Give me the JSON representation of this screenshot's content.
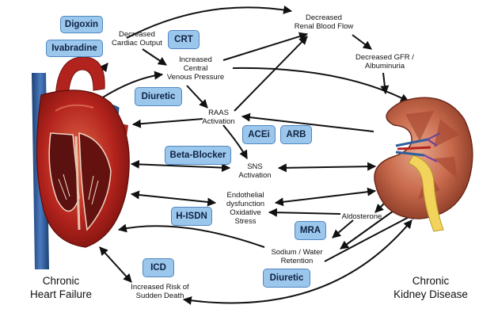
{
  "organs": {
    "heart_label": "Chronic\nHeart Failure",
    "kidney_label": "Chronic\nKidney Disease"
  },
  "nodes": {
    "decreased_cardiac_output": "Decreased\nCardiac Output",
    "increased_cvp": "Increased\nCentral\nVenous Pressure",
    "decreased_renal_blood_flow": "Decreased\nRenal Blood Flow",
    "decreased_gfr": "Decreased GFR /\nAlbuminuria",
    "raas_activation": "RAAS\nActivation",
    "sns_activation": "SNS\nActivation",
    "endothelial": "Endothelial\ndysfunction\nOxidative\nStress",
    "aldosterone": "Aldosterone",
    "sodium_water": "Sodium / Water\nRetention",
    "sudden_death": "Increased Risk of\nSudden Death"
  },
  "drugs": {
    "digoxin": "Digoxin",
    "ivabradine": "Ivabradine",
    "crt": "CRT",
    "diuretic_top": "Diuretic",
    "acei": "ACEi",
    "arb": "ARB",
    "beta_blocker": "Beta-Blocker",
    "h_isdn": "H-ISDN",
    "mra": "MRA",
    "icd": "ICD",
    "diuretic_bottom": "Diuretic"
  },
  "colors": {
    "drug_fill": "#9cc7ec",
    "drug_border": "#4f86c0",
    "arrow": "#111111",
    "heart_red": "#b3231d",
    "heart_blue": "#2f5f9e",
    "kidney": "#b8553c"
  }
}
